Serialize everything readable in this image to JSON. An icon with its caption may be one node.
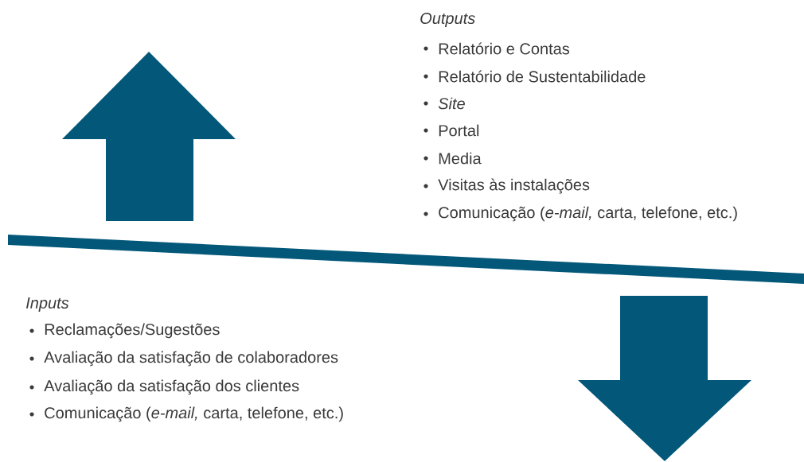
{
  "diagram": {
    "labels": [
      "Outputs",
      "Relatório e Contas",
      "Relatório de Sustentabilidade",
      "Site",
      "Portal",
      "Media",
      "Visitas às instalações",
      "Comunicação (*e-mail,* carta, telefone, etc.)",
      "Inputs",
      "Reclamações/Sugestões",
      "Avaliação da satisfação de colaboradores",
      "Avaliação da satisfação dos clientes",
      "Comunicação (*e-mail,* carta, telefone, etc.)"
    ]
  }
}
